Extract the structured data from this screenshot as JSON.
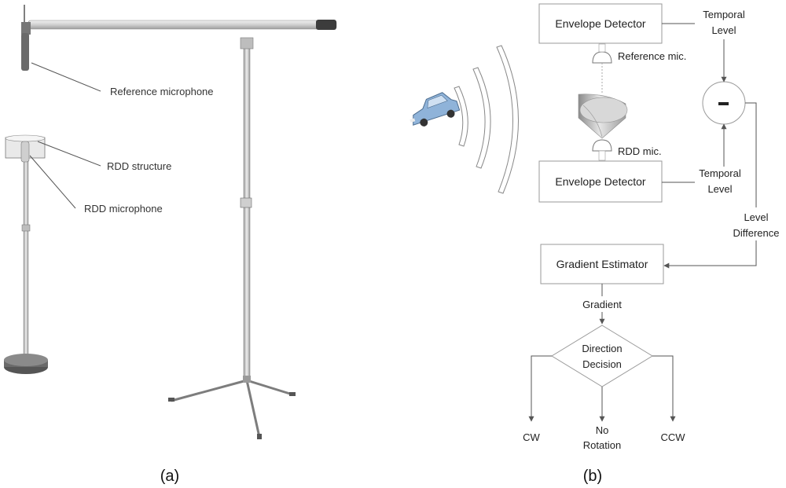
{
  "panel_a": {
    "label": "(a)",
    "callouts": {
      "reference_microphone": "Reference microphone",
      "rdd_structure": "RDD structure",
      "rdd_microphone": "RDD microphone"
    }
  },
  "panel_b": {
    "label": "(b)",
    "blocks": {
      "envelope_detector_top": "Envelope Detector",
      "envelope_detector_bottom": "Envelope Detector",
      "gradient_estimator": "Gradient Estimator",
      "direction_decision_line1": "Direction",
      "direction_decision_line2": "Decision",
      "subtractor_symbol": "-"
    },
    "labels": {
      "temporal_level_top_line1": "Temporal",
      "temporal_level_top_line2": "Level",
      "temporal_level_bottom_line1": "Temporal",
      "temporal_level_bottom_line2": "Level",
      "reference_mic": "Reference mic.",
      "rdd_mic": "RDD mic.",
      "level_difference_line1": "Level",
      "level_difference_line2": "Difference",
      "gradient": "Gradient"
    },
    "outputs": {
      "cw": "CW",
      "no_rotation_line1": "No",
      "no_rotation_line2": "Rotation",
      "ccw": "CCW"
    }
  },
  "colors": {
    "line": "#555555",
    "box_border": "#9a9a9a",
    "text": "#222222",
    "car_body": "#8fb3d9",
    "pole": "#c8c8c8"
  }
}
